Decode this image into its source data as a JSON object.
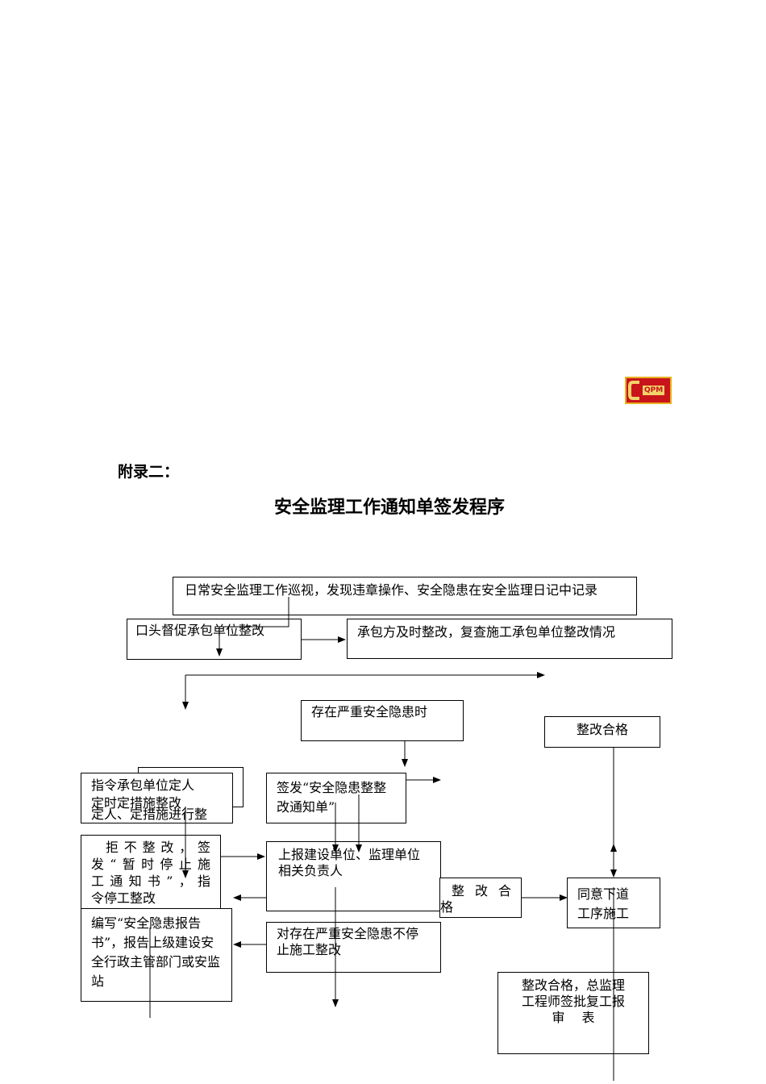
{
  "header": {
    "logo_text": "QPM",
    "appendix_label": "附录二：",
    "title": "安全监理工作通知单签发程序"
  },
  "nodes": {
    "daily_patrol": "日常安全监理工作巡视，发现违章操作、安全隐患在安全监理日记中记录",
    "verbal_urge": "口头督促承包单位整改",
    "timely_fix": "承包方及时整改，复查施工承包单位整改情况",
    "serious_hazard": "存在严重安全隐患时",
    "fix_ok_top": "整改合格",
    "order_fix_line1": "指令承包单位定人",
    "order_fix_line2": "定时定措施整改",
    "order_fix_line3": "定人、定措施进行整",
    "issue_notice": "签发“安全隐患整整改通知单”",
    "refuse_line1": "拒不整改，签",
    "refuse_line2": "发“暂时停止施",
    "refuse_line3": "工通知书”，指",
    "refuse_line4": "令停工整改",
    "report_units": "上报建设单位、监理单位相关负责人",
    "fix_ok_mid_line1": "整 改 合",
    "fix_ok_mid_line2": "格",
    "next_process_line1": "同意下道",
    "next_process_line2": "工序施工",
    "write_report": "编写“安全隐患报告书”，报告上级建设安全行政主管部门或安监站",
    "not_stop": "对存在严重安全隐患不停止施工整改",
    "final_approve_line1": "整改合格，总监理",
    "final_approve_line2": "工程师签批复工报",
    "final_approve_line3": "审　 表"
  }
}
